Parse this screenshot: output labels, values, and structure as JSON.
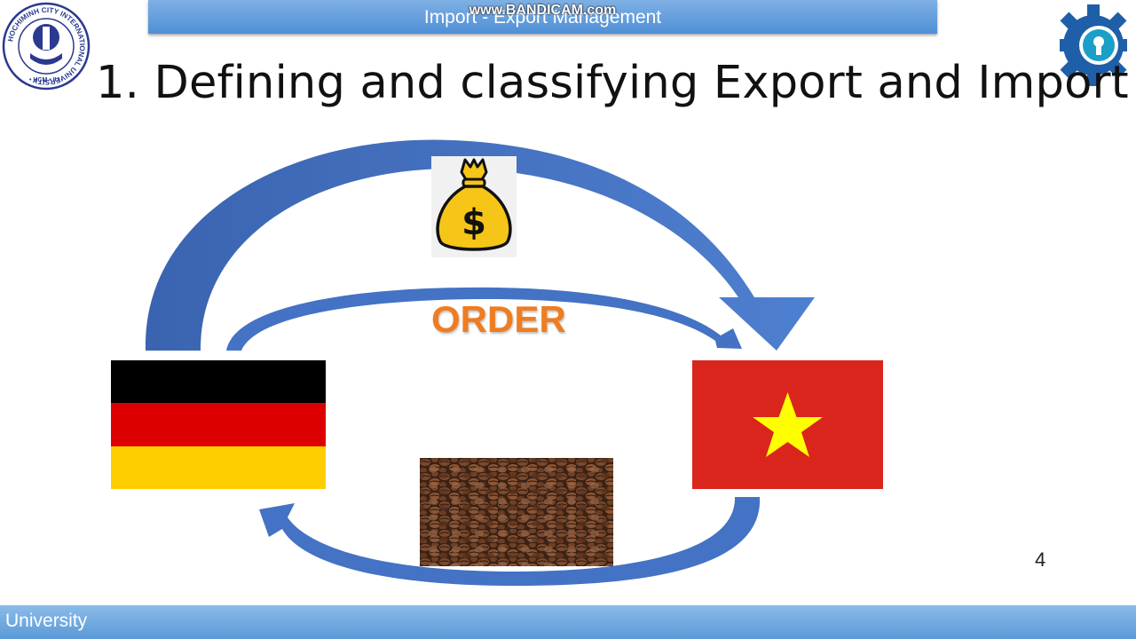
{
  "header": {
    "title": "Import - Export Management",
    "watermark": "www.BANDICAM.com"
  },
  "logos": {
    "left_ring_text": "HOCHIMINH CITY INTERNATIONAL UNIVERSITY",
    "left_bottom_text": "• HCM • IU •"
  },
  "slide": {
    "title": "1. Defining and classifying Export and Import",
    "order_label": "ORDER",
    "money_symbol": "$",
    "page_number": "4"
  },
  "footer": {
    "text": "University"
  },
  "colors": {
    "arrow_blue": "#4472c4",
    "order_orange": "#ee7d22",
    "header_blue": "#5b9bd5",
    "de_black": "#000000",
    "de_red": "#dd0000",
    "de_gold": "#ffce00",
    "vn_red": "#da251d",
    "vn_star": "#ffff00",
    "bag_yellow": "#f5c518"
  },
  "icons": [
    "university-logo-icon",
    "gear-keyhole-logo-icon",
    "money-bag-icon",
    "germany-flag-icon",
    "vietnam-flag-icon",
    "coffee-beans-image"
  ]
}
